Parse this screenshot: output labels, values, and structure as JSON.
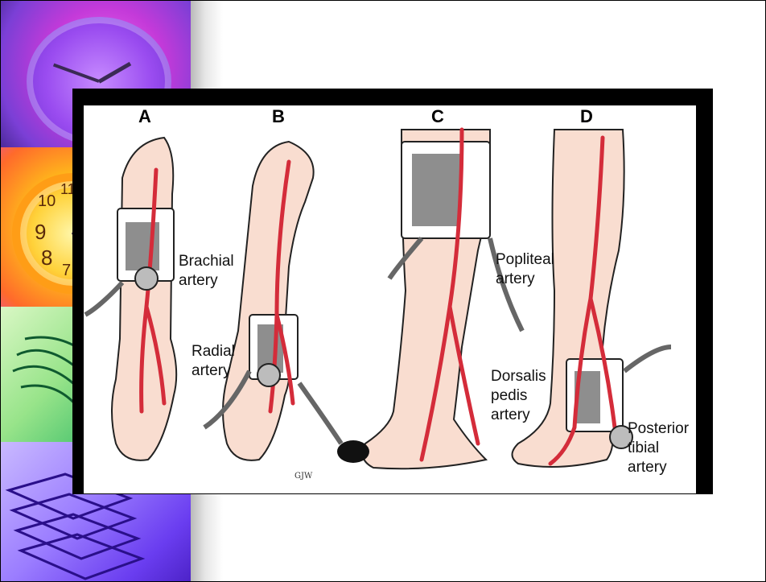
{
  "panel_letters": [
    "A",
    "B",
    "C",
    "D"
  ],
  "labels": {
    "brachial": "Brachial\nartery",
    "radial": "Radial\nartery",
    "popliteal": "Popliteal\nartery",
    "dorsalis": "Dorsalis\npedis\nartery",
    "posterior": "Posterior\ntibial\nartery"
  },
  "signature": "GJW",
  "clock_numbers": [
    "9",
    "10",
    "11",
    "8",
    "7"
  ],
  "colors": {
    "skin": "#f9ddd0",
    "artery": "#d42c3a",
    "cuff": "#ffffff",
    "cuff_fill": "#8e8e8e",
    "frame": "#000000"
  }
}
